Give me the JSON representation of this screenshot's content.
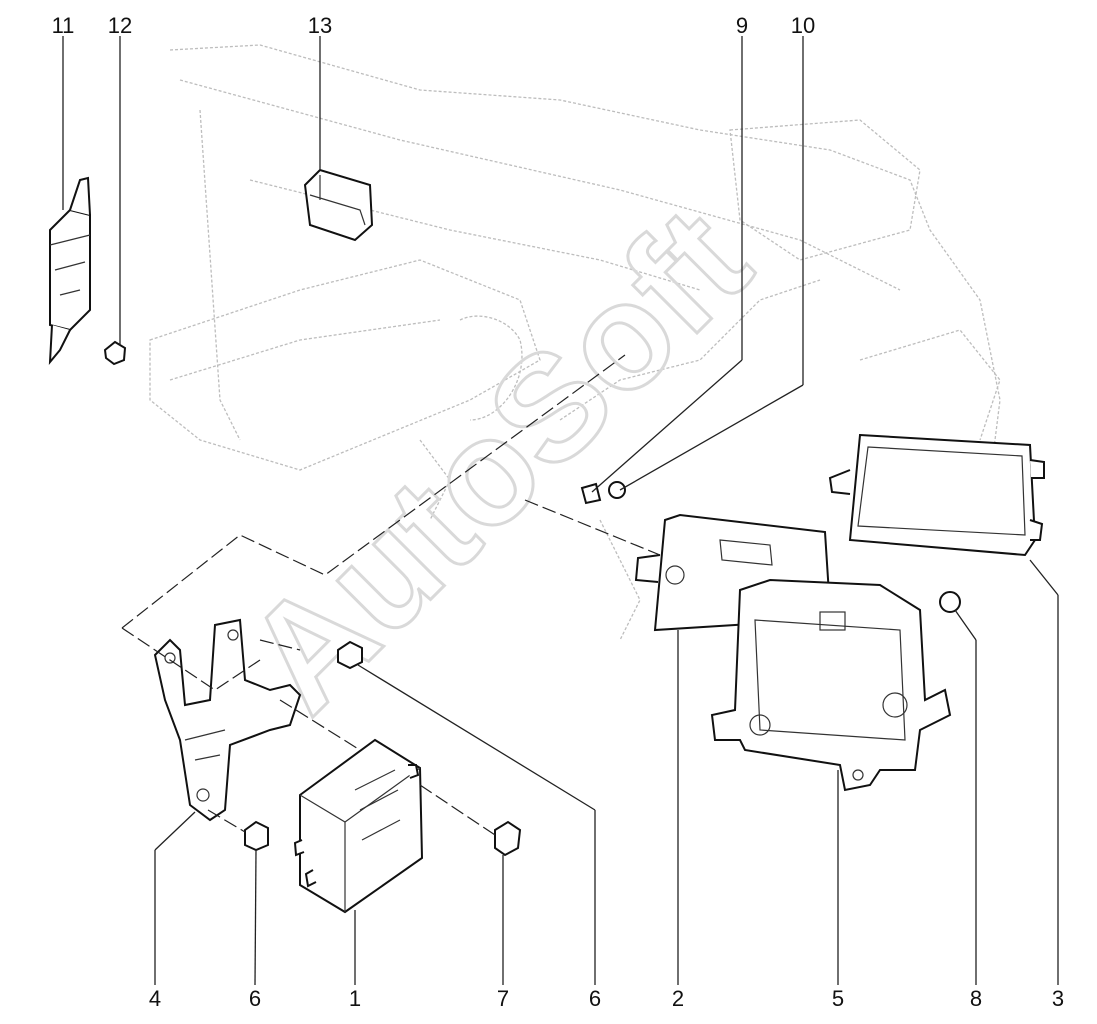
{
  "watermark": "AutoSoft",
  "callouts": {
    "c1": "1",
    "c2": "2",
    "c3": "3",
    "c4": "4",
    "c5": "5",
    "c6a": "6",
    "c6b": "6",
    "c7": "7",
    "c8": "8",
    "c9": "9",
    "c10": "10",
    "c11": "11",
    "c12": "12",
    "c13": "13"
  }
}
